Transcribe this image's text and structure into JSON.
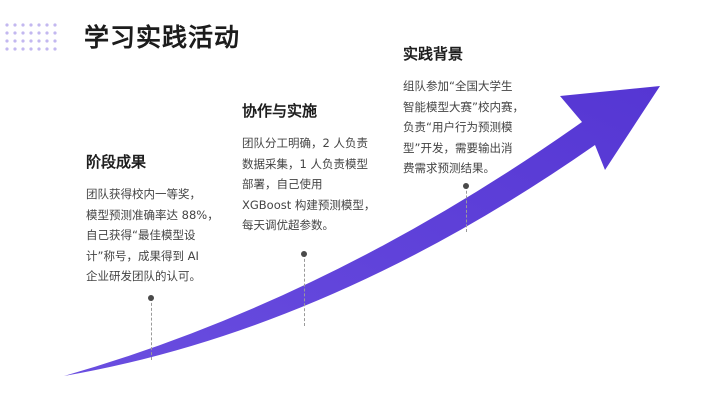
{
  "title": "学习实践活动",
  "colors": {
    "arrow": "#5b3fd6",
    "dots": "#c3b8f0",
    "title": "#1c1c1c"
  },
  "stages": [
    {
      "heading": "阶段成果",
      "text": "团队获得校内一等奖，\n模型预测准确率达 88%，\n自己获得“最佳模型设\n计”称号，成果得到 AI\n企业研发团队的认可。"
    },
    {
      "heading": "协作与实施",
      "text": "团队分工明确，2 人负责\n数据采集，1 人负责模型\n部署，自己使用\nXGBoost 构建预测模型，\n每天调优超参数。"
    },
    {
      "heading": "实践背景",
      "text": "组队参加“全国大学生\n智能模型大赛”校内赛，\n负责“用户行为预测模\n型”开发，需要输出消\n费需求预测结果。"
    }
  ]
}
